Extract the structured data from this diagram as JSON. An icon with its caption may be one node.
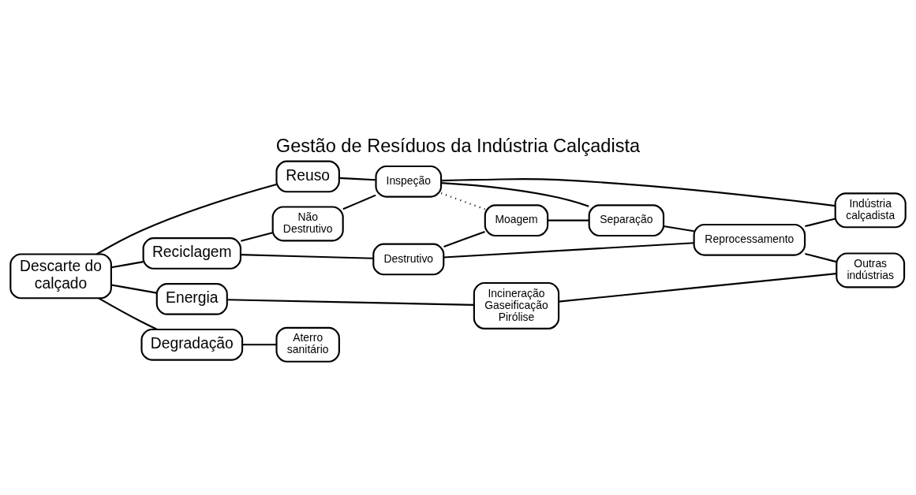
{
  "diagram": {
    "title": "Gestão de Resíduos da Indústria Calçadista",
    "nodes": [
      {
        "text": [
          "Descarte do calçado"
        ]
      },
      {
        "text": [
          "Reuso"
        ]
      },
      {
        "text": [
          "Reciclagem"
        ]
      },
      {
        "text": [
          "Energia"
        ]
      },
      {
        "text": [
          "Degradação"
        ]
      },
      {
        "text": [
          "Inspeção"
        ]
      },
      {
        "text": [
          "Indústria calçadista"
        ]
      },
      {
        "text": [
          "Não Destrutivo"
        ]
      },
      {
        "text": [
          "Destrutivo"
        ]
      },
      {
        "text": [
          "Moagem"
        ]
      },
      {
        "text": [
          "Separação"
        ]
      },
      {
        "text": [
          "Reprocessamento"
        ]
      },
      {
        "text": [
          "Outras indústrias"
        ]
      },
      {
        "text": [
          "Incineração Gaseificação Pirólise"
        ]
      },
      {
        "text": [
          "Aterro sanitário"
        ]
      }
    ],
    "edges": [
      {
        "from": 0,
        "to": 1,
        "arrow": "none"
      },
      {
        "from": 0,
        "to": 2,
        "arrow": "none"
      },
      {
        "from": 0,
        "to": 3,
        "arrow": "none"
      },
      {
        "from": 0,
        "to": 4,
        "arrow": "none"
      },
      {
        "from": 1,
        "to": 5,
        "arrow": "none"
      },
      {
        "from": 5,
        "to": 6,
        "arrow": "none"
      },
      {
        "from": 2,
        "to": 7,
        "arrow": "none"
      },
      {
        "from": 2,
        "to": 8,
        "arrow": "none"
      },
      {
        "from": 7,
        "to": 5,
        "arrow": "none"
      },
      {
        "from": 5,
        "to": 9,
        "arrow": "none",
        "style": "dashed"
      },
      {
        "from": 5,
        "to": 10,
        "arrow": "none"
      },
      {
        "from": 8,
        "to": 9,
        "arrow": "none"
      },
      {
        "from": 9,
        "to": 10,
        "arrow": "none"
      },
      {
        "from": 10,
        "to": 11,
        "arrow": "none"
      },
      {
        "from": 11,
        "to": 6,
        "arrow": "none"
      },
      {
        "from": 11,
        "to": 12,
        "arrow": "none"
      },
      {
        "from": 8,
        "to": 11,
        "arrow": "none"
      },
      {
        "from": 3,
        "to": 13,
        "arrow": "none"
      },
      {
        "from": 13,
        "to": 12,
        "arrow": "none"
      },
      {
        "from": 4,
        "to": 14,
        "arrow": "none"
      }
    ]
  }
}
